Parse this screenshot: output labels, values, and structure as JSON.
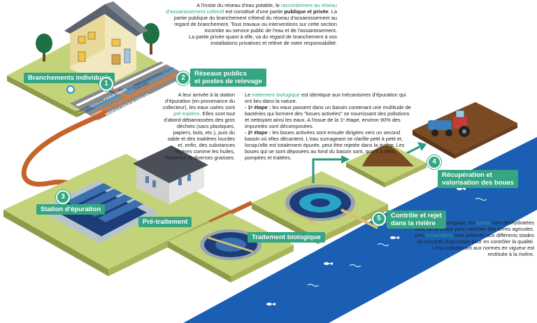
{
  "intro": {
    "p1_a": "A l'instar du réseau d'eau potable, le ",
    "p1_hl": "raccordement au réseau d'assainissement collectif",
    "p1_b": " est constitué d'une partie ",
    "p1_bold": "publique et privée",
    "p1_c": ". La partie publique du branchement s'étend du réseau d'assainissement au regard de branchement. Tous travaux ou interventions sur cette section incombe au service public de l'eau et de l'assainissement.",
    "p2": "La partie privée quant à elle, va du regard de branchement à vos installations privatives et relève de votre responsabilité."
  },
  "arrival": {
    "a": "A leur arrivée à la station d'épuration (en provenance du collecteur), les eaux usées sont ",
    "hl": "pré-traitées",
    "b": ". Elles sont tout d'abord débarrassées des gros déchets (sacs plastiques, papiers, bois, etc.), puis du sable et des matières lourdes et, enfin, des substances légères comme les huiles, l'essence et diverses graisses."
  },
  "bio": {
    "intro_a": "Le ",
    "intro_hl": "traitement biologique",
    "intro_b": " est identique aux mécanismes d'épuration qui ont lieu dans la nature.",
    "step1_title": "- 1ᵉ étape :",
    "step1": " les eaux passent dans un bassin contenant une multitude de bactéries qui forment des \"boues activées\" se nourrissant des pollutions et nettoyant ainsi les eaux. A l'issue de la 1ᵉ étape, environ 90% des impuretés sont décomposées.",
    "step2_title": "- 2ᵉ étape :",
    "step2": " les boues activées sont ensuite dirigées vers un second bassin où elles décantent. L'eau surnageant se clarifie petit à petit et, lorsqu'elle est totalement épurée, peut être rejetée dans la rivière. Les boues qui se sont déposées au fond du bassin sont, quant à elles, pompées et traitées."
  },
  "after": {
    "p1_a": "Après leur pompage, les ",
    "p1_hl": "boues",
    "p1_b": " sont déshydratées avec de la chaux pour valoriser des terres agricoles.",
    "p2_a": "Des ",
    "p2_hl": "échantillons",
    "p2_b": " sont prélevés aux différents stades du procédé d'épuration pour en contrôler la qualité. L'eau satisfaisant aux normes en vigueur est restituée à la rivière."
  },
  "labels": {
    "branchements": "Branchements individuels",
    "reseaux_1": "Réseaux publics",
    "reseaux_2": "et postes de relevage",
    "station": "Station d'épuration",
    "pretraitement": "Pré-traitement",
    "biologique": "Traitement biologique",
    "controle_1": "Contrôle et rejet",
    "controle_2": "dans la rivière",
    "recuperation_1": "Récupération et",
    "recuperation_2": "valorisation des boues"
  },
  "badges": [
    "1",
    "2",
    "3",
    "4",
    "5"
  ],
  "road": {
    "eaux_usees": "RESEAUX EAUX USEES",
    "eaux_pluviales": "RESEAUX EAUX PLUVIALES",
    "regard1": "Regard de branchement",
    "regard1_sub": "Eaux usées",
    "regard2": "Regard de branchement",
    "regard2_sub": "Eaux pluviales",
    "limite": "Limite de propriété"
  },
  "colors": {
    "accent": "#35a584",
    "river": "#1b5fb4",
    "ground": "#c3d37a",
    "pipe": "#c4642a"
  }
}
